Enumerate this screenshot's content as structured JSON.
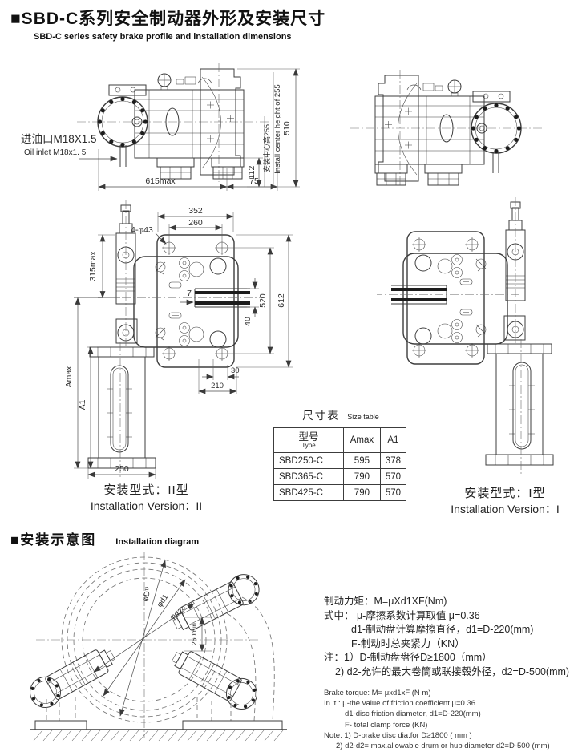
{
  "header": {
    "title_cn": "■SBD-C系列安全制动器外形及安装尺寸",
    "title_en": "SBD-C series safety brake profile and installation dimensions"
  },
  "side_view": {
    "oil_inlet_cn": "进油口M18X1.5",
    "oil_inlet_en": "Oil inlet M18x1. 5",
    "dim_length": "615max",
    "dim_offset": "75",
    "dim_foot": "112",
    "dim_height": "510",
    "center_height_cn": "安装中心高255",
    "center_height_en": "Install center height of 255"
  },
  "front_view": {
    "dim_width": "352",
    "dim_bolt_span": "260",
    "dim_holes": "4-φ43",
    "dim_actuator": "315max",
    "dim_gap": "7",
    "dim_bolt_vspan": "520",
    "dim_total_height": "612",
    "dim_slot": "40",
    "dim_step": "30",
    "dim_pitch": "210",
    "dim_base": "250",
    "dim_amax": "Amax",
    "dim_a1": "A1"
  },
  "captions": {
    "version2_cn": "安装型式：II型",
    "version2_en": "Installation Version：II",
    "version1_cn": "安装型式：I型",
    "version1_en": "Installation Version：I"
  },
  "size_table": {
    "title_cn": "尺寸表",
    "title_en": "Size table",
    "headers": {
      "type_cn": "型号",
      "type_en": "Type",
      "amax": "Amax",
      "a1": "A1"
    },
    "rows": [
      {
        "type": "SBD250-C",
        "amax": "595",
        "a1": "378"
      },
      {
        "type": "SBD365-C",
        "amax": "790",
        "a1": "570"
      },
      {
        "type": "SBD425-C",
        "amax": "790",
        "a1": "570"
      }
    ]
  },
  "install_diagram": {
    "title_cn": "■安装示意图",
    "title_en": "Installation diagram",
    "label_D": "φD¹⁾",
    "label_d1": "φd1",
    "label_d2": "φd2²⁾",
    "dim_min": "260min"
  },
  "notes_cn": [
    "制动力矩：M=μXd1XF(Nm)",
    "式中： μ-摩擦系数计算取值 μ=0.36",
    "d1-制动盘计算摩擦直径，d1=D-220(mm)",
    "F-制动时总夹紧力（KN）",
    "注：1）D-制动盘盘径D≥1800（mm）",
    "2) d2-允许的最大卷筒或联接毂外径，d2=D-500(mm)"
  ],
  "notes_en": [
    "Brake torque: M= μxd1xF (N m)",
    "In it : μ-the value of friction coefficient  μ=0.36",
    "d1-disc friction  diameter, d1=D-220(mm)",
    "F- total clamp force (KN)",
    "Note: 1) D-brake disc dia.for D≥1800 ( mm )",
    "2) d2-d2= max.allowable drum  or hub diameter d2=D-500 (mm)"
  ]
}
